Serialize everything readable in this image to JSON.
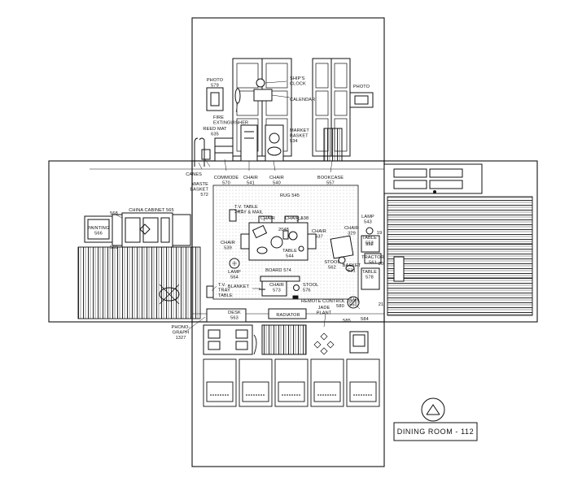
{
  "room_title": "DINING ROOM - 112",
  "labels": {
    "photo_579": [
      "PHOTO",
      "579"
    ],
    "photo_right": [
      "PHOTO"
    ],
    "ships_clock": [
      "SHIP'S",
      "CLOCK"
    ],
    "calendar": [
      "CALENDAR"
    ],
    "fire_extinguisher": [
      "FIRE",
      "EXTINGUISHER"
    ],
    "reed_mat": [
      "REED MAT",
      "635"
    ],
    "market_basket": [
      "MARKET",
      "BASKET",
      "534"
    ],
    "canes": [
      "CANES"
    ],
    "waste_basket": [
      "WASTE",
      "BASKET",
      "572"
    ],
    "commode": [
      "COMMODE",
      "570"
    ],
    "chair_541": [
      "CHAIR",
      "541"
    ],
    "chair_540": [
      "CHAIR",
      "540"
    ],
    "bookcase": [
      "BOOKCASE",
      "557"
    ],
    "rug": [
      "RUG  545"
    ],
    "tv_table_tray": [
      "T.V. TABLE",
      "TRAY & MAIL"
    ],
    "chair_top": [
      "CHAIR"
    ],
    "chair_538": [
      "CHAIR 538"
    ],
    "chair_539": [
      "CHAIR",
      "539"
    ],
    "table_544": [
      "TABLE",
      "544"
    ],
    "chair_537": [
      "CHAIR",
      "537"
    ],
    "num_2048": [
      "2048"
    ],
    "china_cabinet": [
      "CHINA CABINET 565"
    ],
    "painting": [
      "PAINTING",
      "566"
    ],
    "num_568": [
      "568"
    ],
    "num_569": [
      "569"
    ],
    "chair_329": [
      "CHAIR",
      "329"
    ],
    "lamp_543": [
      "LAMP",
      "543"
    ],
    "table_552": [
      "TABLE",
      "552"
    ],
    "num_552b": [
      "552"
    ],
    "stool_562": [
      "STOOL",
      "562"
    ],
    "basket_531": [
      "BASKET",
      "531"
    ],
    "tractor": [
      "TRACTOR",
      "561"
    ],
    "table_578": [
      "TABLE",
      "578"
    ],
    "lamp_564": [
      "LAMP",
      "564"
    ],
    "board": [
      "BOARD 574"
    ],
    "blanket": [
      "BLANKET"
    ],
    "chair_573": [
      "CHAIR",
      "573"
    ],
    "stool_576": [
      "STOOL",
      "576"
    ],
    "tv_tray_table": [
      "T.V.",
      "TRAY",
      "TABLE"
    ],
    "remote_control": [
      "REMOTE CONTROL  10615"
    ],
    "desk": [
      "DESK",
      "563"
    ],
    "radiator": [
      "RADIATOR"
    ],
    "jade_plant": [
      "JADE",
      "PLANT"
    ],
    "num_580": [
      "580"
    ],
    "tv_560": [
      "T.V.",
      "560"
    ],
    "num_585": [
      "585"
    ],
    "num_584": [
      "584"
    ],
    "phonograph": [
      "PHONO-",
      "GRAPH",
      "1327"
    ],
    "wall_19": [
      "19"
    ],
    "wall_20": [
      "20"
    ],
    "wall_21": [
      "21"
    ]
  }
}
